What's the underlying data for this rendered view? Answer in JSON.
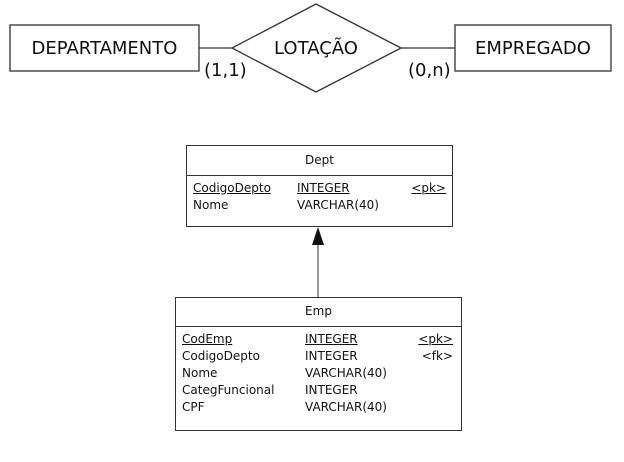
{
  "er": {
    "entity_left": "DEPARTAMENTO",
    "relationship": "LOTAÇÃO",
    "entity_right": "EMPREGADO",
    "card_left": "(1,1)",
    "card_right": "(0,n)"
  },
  "tables": {
    "dept": {
      "name": "Dept",
      "columns": [
        {
          "name": "CodigoDepto",
          "type": "INTEGER",
          "key": "<pk>",
          "underline": true
        },
        {
          "name": "Nome",
          "type": "VARCHAR(40)",
          "key": "",
          "underline": false
        }
      ]
    },
    "emp": {
      "name": "Emp",
      "columns": [
        {
          "name": "CodEmp",
          "type": "INTEGER",
          "key": "<pk>",
          "underline": true
        },
        {
          "name": "CodigoDepto",
          "type": "INTEGER",
          "key": "<fk>",
          "underline": false
        },
        {
          "name": "Nome",
          "type": "VARCHAR(40)",
          "key": "",
          "underline": false
        },
        {
          "name": "CategFuncional",
          "type": "INTEGER",
          "key": "",
          "underline": false
        },
        {
          "name": "CPF",
          "type": "VARCHAR(40)",
          "key": "",
          "underline": false
        }
      ]
    }
  }
}
